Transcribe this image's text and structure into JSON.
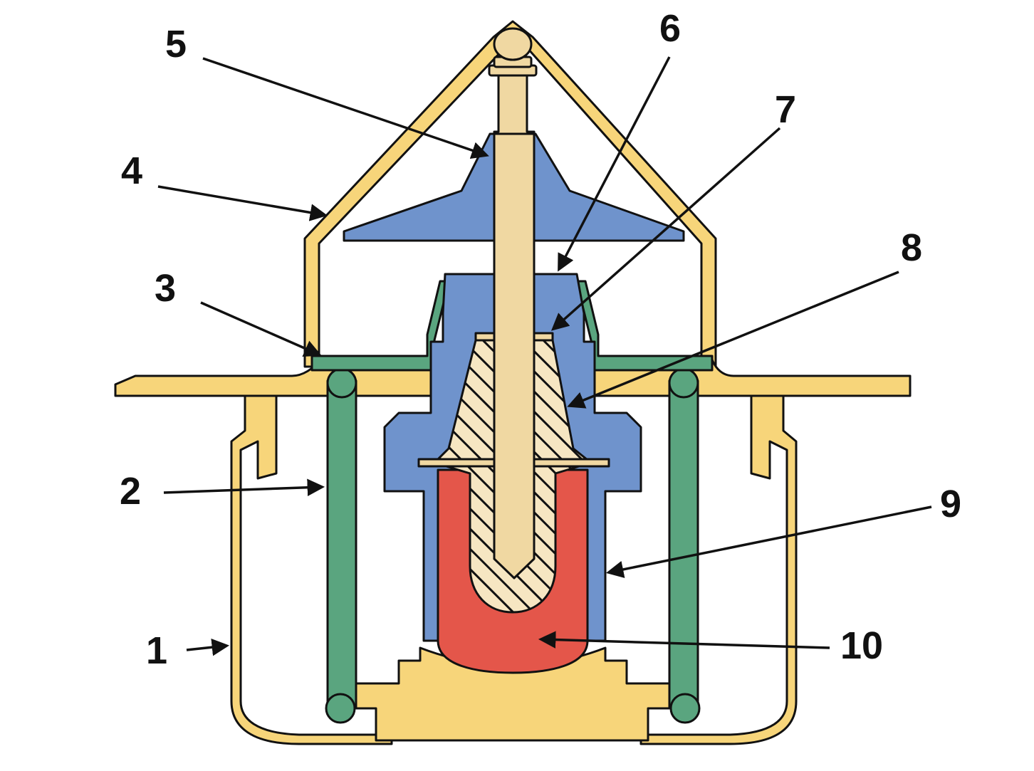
{
  "colors": {
    "housing": "#f7d57a",
    "valve": "#6f93cc",
    "spring": "#5aa57f",
    "pin": "#f0d8a2",
    "wax": "#e4564a",
    "outline": "#111111",
    "background": "#ffffff"
  },
  "labels": [
    "1",
    "2",
    "3",
    "4",
    "5",
    "6",
    "7",
    "8",
    "9",
    "10"
  ]
}
